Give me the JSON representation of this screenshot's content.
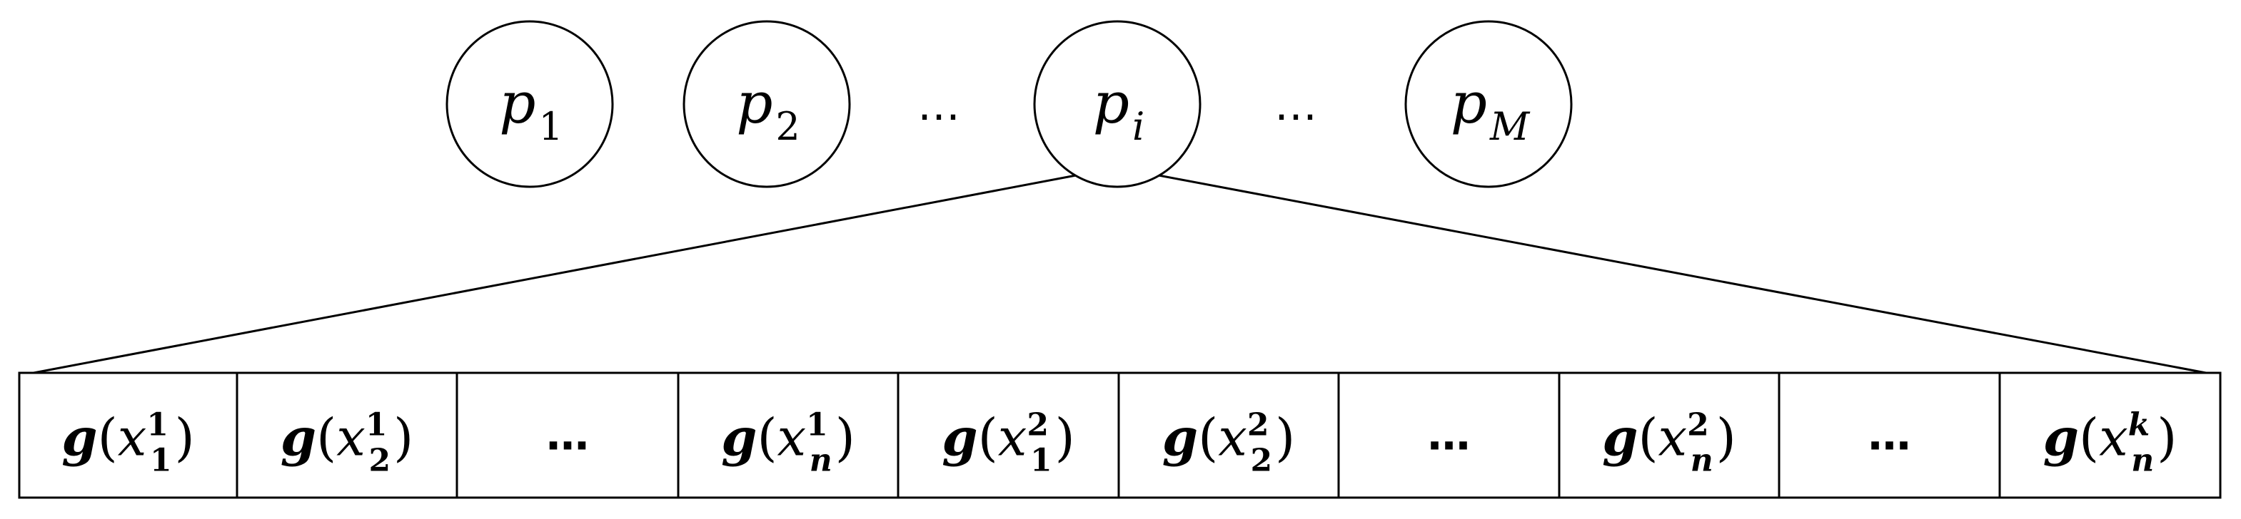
{
  "nodes": [
    {
      "base": "p",
      "sub": "1"
    },
    {
      "base": "p",
      "sub": "2"
    },
    {
      "ellipsis": "…"
    },
    {
      "base": "p",
      "sub": "i"
    },
    {
      "ellipsis": "…"
    },
    {
      "base": "p",
      "sub": "M"
    }
  ],
  "cells": [
    {
      "fn": "g",
      "var": "x",
      "sup": "1",
      "sub": "1"
    },
    {
      "fn": "g",
      "var": "x",
      "sup": "1",
      "sub": "2"
    },
    {
      "ellipsis": "…"
    },
    {
      "fn": "g",
      "var": "x",
      "sup": "1",
      "sub": "n"
    },
    {
      "fn": "g",
      "var": "x",
      "sup": "2",
      "sub": "1"
    },
    {
      "fn": "g",
      "var": "x",
      "sup": "2",
      "sub": "2"
    },
    {
      "ellipsis": "…"
    },
    {
      "fn": "g",
      "var": "x",
      "sup": "2",
      "sub": "n"
    },
    {
      "ellipsis": "…"
    },
    {
      "fn": "g",
      "var": "x",
      "sup": "k",
      "sub": "n"
    }
  ],
  "expanded_node": 3
}
